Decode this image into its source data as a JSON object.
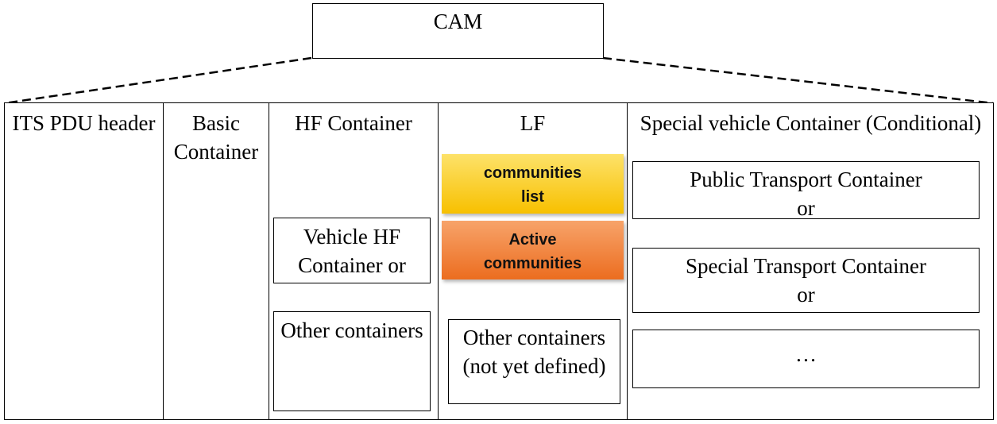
{
  "root": {
    "label": "CAM"
  },
  "columns": [
    {
      "label": "ITS PDU header"
    },
    {
      "label": "Basic\nContainer"
    },
    {
      "label": "HF Container",
      "items": [
        "Vehicle HF\nContainer or",
        "Other containers"
      ]
    },
    {
      "label": "LF",
      "items": [
        "communities\nlist",
        "Active\ncommunities",
        "Other containers\n(not yet defined)"
      ]
    },
    {
      "label": "Special vehicle Container (Conditional)",
      "items": [
        "Public Transport Container\nor",
        "Special Transport Container\nor",
        "…"
      ]
    }
  ],
  "colors": {
    "communities_list_top": "#fde26a",
    "communities_list_bottom": "#f7c000",
    "active_communities_top": "#f7a36a",
    "active_communities_bottom": "#ec6d1f"
  }
}
